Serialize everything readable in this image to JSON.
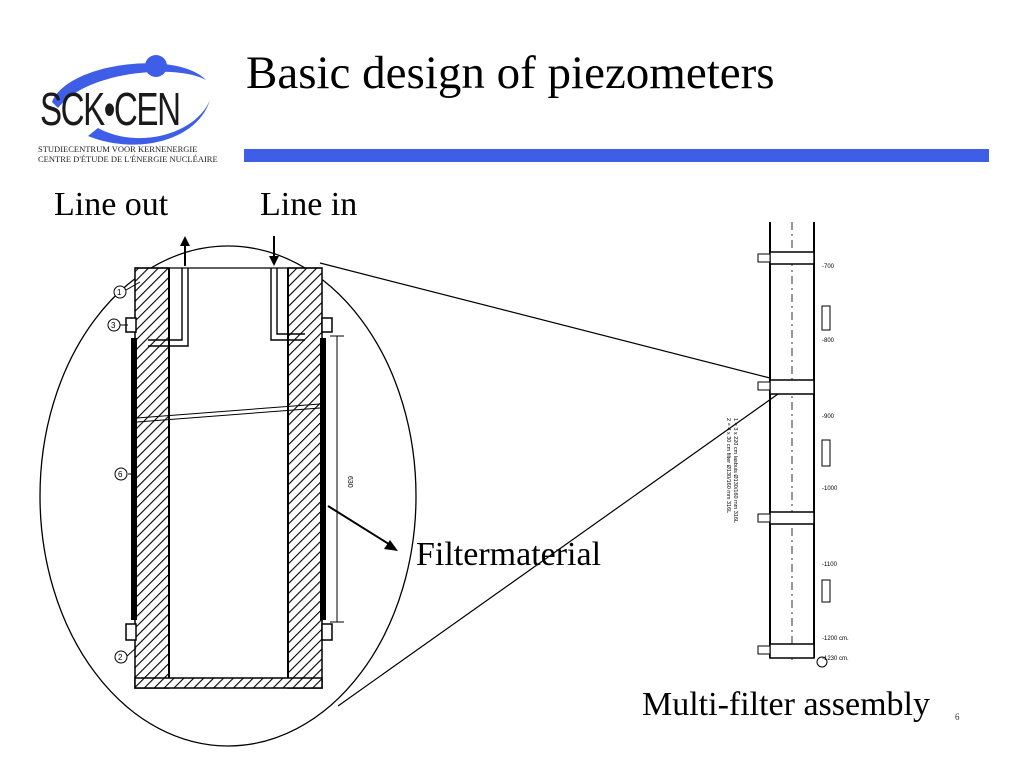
{
  "slide": {
    "title": "Basic design of piezometers",
    "accent_color": "#3f5ee8",
    "slide_number": "6"
  },
  "logo": {
    "name": "SCK•CEN",
    "line1": "STUDIECENTRUM VOOR KERNENERGIE",
    "line2": "CENTRE D'ÉTUDE DE L'ÉNERGIE NUCLÉAIRE"
  },
  "labels": {
    "line_out": "Line out",
    "line_in": "Line in",
    "filtermaterial": "Filtermaterial",
    "multi_filter": "Multi-filter assembly"
  },
  "drawing": {
    "callouts": [
      "1",
      "3",
      "6",
      "2"
    ],
    "depth_marks": [
      "-700",
      "-800",
      "-900",
      "-1000",
      "-1100",
      "-1200 cm.",
      "-1230 cm."
    ],
    "dimension_text": "630",
    "side_notes": [
      "1 = 3 x 220 cm lasbuis Ø130/160 mm 316L",
      "2 = 4 x 30 cm filter Ø130/160 mm 316L"
    ]
  }
}
